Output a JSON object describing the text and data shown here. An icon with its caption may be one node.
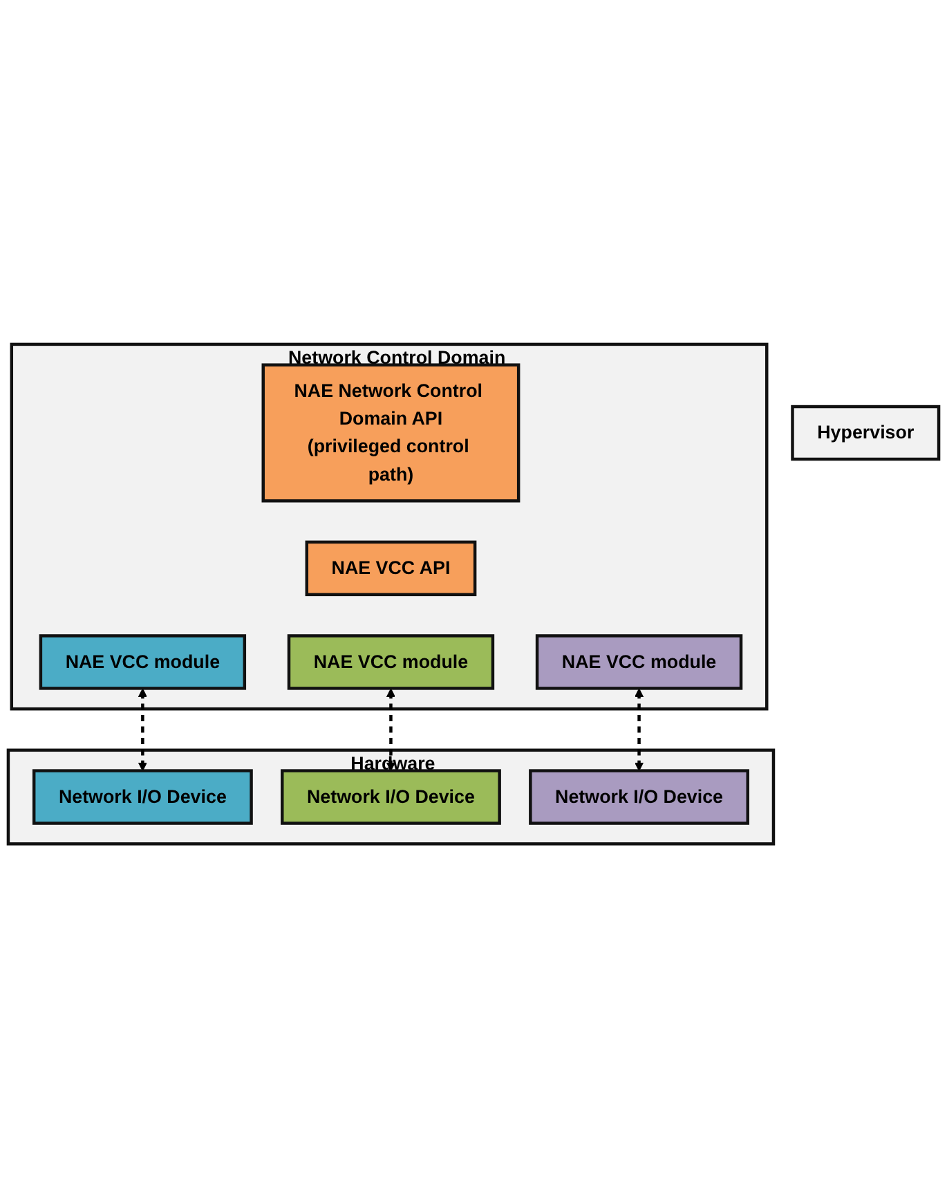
{
  "diagram": {
    "nodes": [
      {
        "text": [
          "Network Control Domain"
        ]
      },
      {
        "text": [
          "NAE Network Control Domain API",
          "(privileged control path)"
        ],
        "in": 0
      },
      {
        "text": [
          "NAE VCC API"
        ],
        "in": 0
      },
      {
        "text": [
          "NAE VCC module"
        ],
        "in": 0
      },
      {
        "text": [
          "NAE VCC module"
        ],
        "in": 0
      },
      {
        "text": [
          "NAE VCC module"
        ],
        "in": 0
      },
      {
        "text": [
          "Hypervisor"
        ]
      },
      {
        "text": [
          "Hardware"
        ]
      },
      {
        "text": [
          "Network I/O Device"
        ],
        "in": 7
      },
      {
        "text": [
          "Network I/O Device"
        ],
        "in": 7
      },
      {
        "text": [
          "Network I/O Device"
        ],
        "in": 7
      }
    ],
    "edges": [
      {
        "from": 3,
        "to": 8,
        "arrow": "both",
        "style": "dashed"
      },
      {
        "from": 4,
        "to": 9,
        "arrow": "both",
        "style": "dashed"
      },
      {
        "from": 5,
        "to": 10,
        "arrow": "both",
        "style": "dashed"
      }
    ]
  }
}
